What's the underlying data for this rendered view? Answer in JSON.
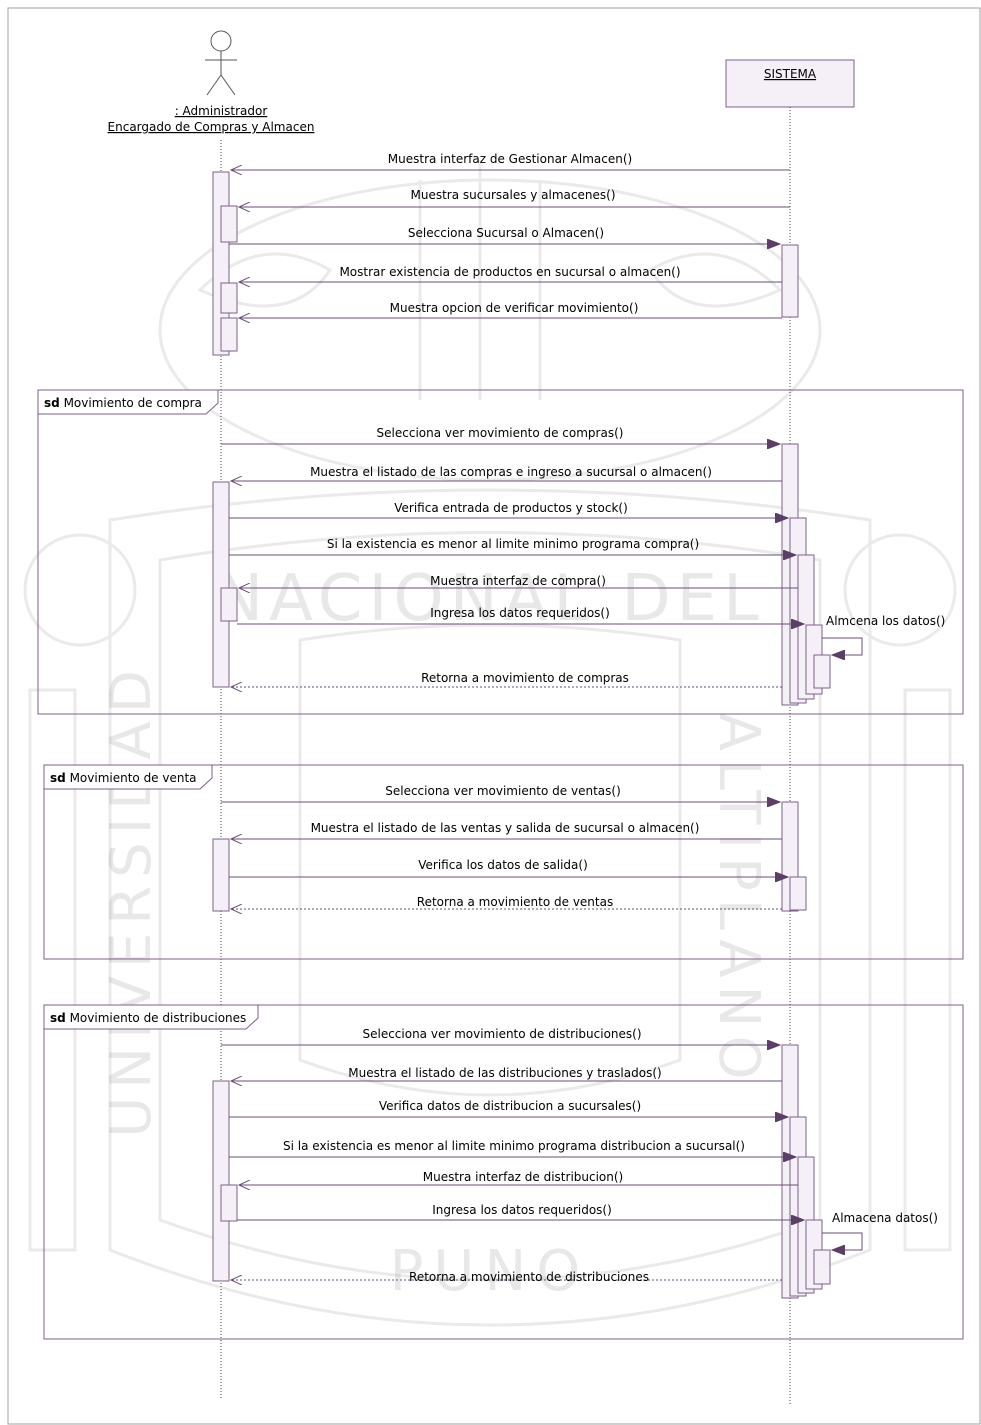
{
  "actor": {
    "name": ": Administrador",
    "role": "Encargado de Compras y Almacen"
  },
  "system": {
    "name": "SISTEMA"
  },
  "main_messages": [
    "Muestra interfaz de Gestionar Almacen()",
    "Muestra sucursales y almacenes()",
    "Selecciona Sucursal o Almacen()",
    "Mostrar existencia de productos en sucursal o almacen()",
    "Muestra opcion de verificar movimiento()"
  ],
  "frames": [
    {
      "keyword": "sd",
      "name": "Movimiento de compra",
      "messages": [
        "Selecciona ver movimiento de compras()",
        "Muestra el listado de las compras e ingreso a sucursal o almacen()",
        "Verifica entrada de productos y stock()",
        "Si la existencia es menor al limite minimo programa compra()",
        "Muestra interfaz de compra()",
        "Ingresa los datos requeridos()",
        "Retorna a movimiento de compras"
      ],
      "self_message": "Almcena los datos()"
    },
    {
      "keyword": "sd",
      "name": "Movimiento de venta",
      "messages": [
        "Selecciona ver movimiento de ventas()",
        "Muestra el listado de las ventas y salida de sucursal o almacen()",
        "Verifica los datos de salida()",
        "Retorna a movimiento de ventas"
      ]
    },
    {
      "keyword": "sd",
      "name": "Movimiento de distribuciones",
      "messages": [
        "Selecciona ver movimiento de distribuciones()",
        "Muestra el listado de las distribuciones y traslados()",
        "Verifica datos de distribucion a sucursales()",
        "Si la existencia es menor al limite minimo programa distribucion a sucursal()",
        "Muestra interfaz de distribucion()",
        "Ingresa los datos requeridos()",
        "Retorna a movimiento de distribuciones"
      ],
      "self_message": "Almacena datos()"
    }
  ],
  "watermark": {
    "text_top": "NACIONAL DEL",
    "text_left": "UNIVERSIDAD",
    "text_right": "ALTIPLANO",
    "text_bottom": "PUNO"
  }
}
